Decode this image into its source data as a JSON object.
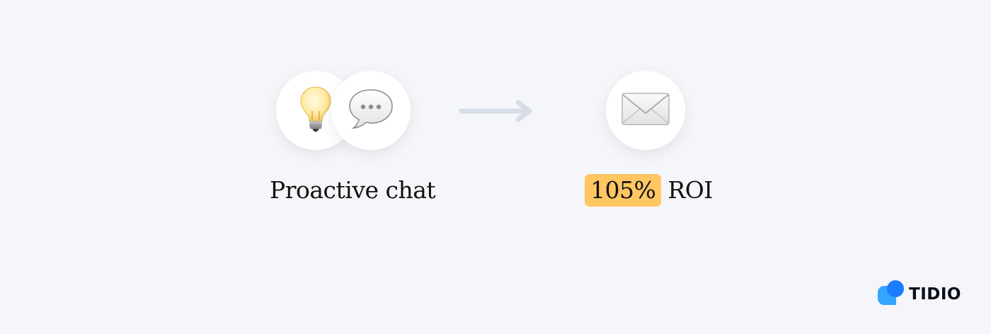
{
  "steps": [
    {
      "label": "Proactive chat",
      "icons": [
        "lightbulb-icon",
        "speech-bubble-icon"
      ]
    },
    {
      "badge": "105%",
      "label": "ROI",
      "icons": [
        "envelope-icon"
      ]
    }
  ],
  "arrow_icon": "arrow-right-icon",
  "colors": {
    "background": "#f5f6f9",
    "badge": "#ffc662",
    "arrow": "#d7dde6",
    "logo_blue": "#1d7bff",
    "logo_light_blue": "#34a6ff"
  },
  "brand": {
    "name": "TIDIO"
  }
}
